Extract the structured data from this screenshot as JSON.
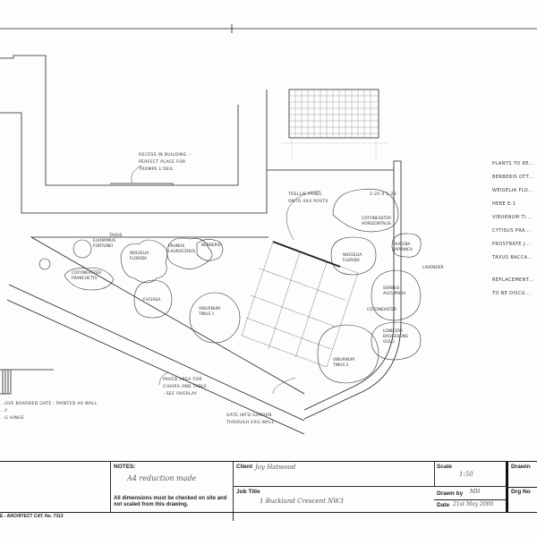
{
  "drawing": {
    "recess_note": [
      "RECESS IN BUILDING :-",
      "PERFECT PLACE FOR",
      "TROMPE L'OEIL"
    ],
    "trellis_note": [
      "TRELLIS PANEL",
      "ONTO 4X4 POSTS"
    ],
    "trellis_size": "2·20 X 1·20",
    "paved_note": [
      "PAVED AREA FOR",
      "CHAIRS AND TABLE",
      "- SEE OVERLAY"
    ],
    "gate_note": [
      "GATE INTO GARDEN",
      "THROUGH EXG.WALL"
    ],
    "boarded_gate_note": [
      "...OVE BOARDED GATE : PAINTED AS WALL",
      "...Y",
      "...G HINGE"
    ],
    "plants": {
      "euonymus": [
        "EUONYMUS",
        "FORTUNEI"
      ],
      "taxus": "TAXUS",
      "weigelia_left": [
        "WEIGELIA",
        "FLORIDA"
      ],
      "prunus": [
        "PRUNUS",
        "LAUROCERUS"
      ],
      "berberis": "BERBERIS",
      "cotoneaster_franchetti": [
        "COTONEASTER",
        "FRANCHETTII"
      ],
      "fuchsia": "FUCHSIA",
      "viburnum1": [
        "VIBURNUM",
        "TINUS 1"
      ],
      "cotoneaster_horiz": [
        "COTONEASTER",
        "HORIZONTALIS"
      ],
      "weigelia_right": [
        "WEIGELIA",
        "FLORIDA"
      ],
      "aucuba": [
        "AUCUBA",
        "JAPONICA"
      ],
      "lavender": "LAVENDER",
      "sorbus": [
        "SORBUS",
        "AUCUPARIA"
      ],
      "cotoneaster": "COTONEASTER",
      "lonicera": [
        "LONICERA",
        "BAGGESONS",
        "GOLD"
      ],
      "viburnum2": [
        "VIBURNUM",
        "TINUS 2"
      ]
    },
    "side_list": [
      "PLANTS TO RE...",
      "BERBERIS OTT...",
      "WEIGELIA FLO...",
      "HEBE E-1",
      "VIBURNUM TI...",
      "CYTISUS PRA...",
      "PROSTRATE J...",
      "TAXUS BACCA..."
    ],
    "side_note": [
      "REPLACEMENT...",
      "TO BE DISCU..."
    ]
  },
  "title_block": {
    "notes_label": "NOTES:",
    "notes_handwritten": "A4 reduction made",
    "notes_text": [
      "All dimensions must be checked on site and",
      "not scaled from this drawing."
    ],
    "client_label": "Client",
    "client_value": "Joy Hatwood",
    "job_title_label": "Job Title",
    "job_title_value": "1 Buckland Crescent NW3",
    "scale_label": "Scale",
    "scale_value": "1:50",
    "drawn_by_label": "Drawn by",
    "drawn_by_value": "MH",
    "date_label": "Date",
    "date_value": "21st May 2000",
    "drawing_label": "Drawin",
    "drg_no_label": "Drg No",
    "catalogue": "E - ARCHITECT CAT. No. 7313"
  }
}
